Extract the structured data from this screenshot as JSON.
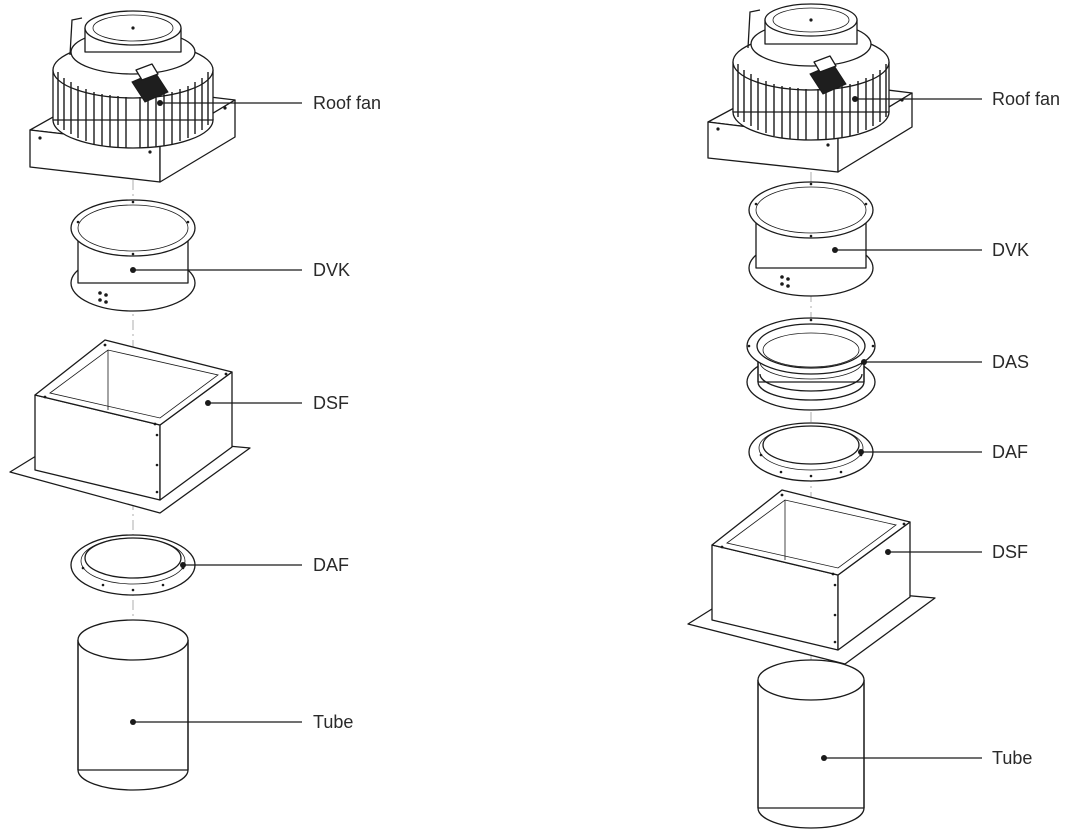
{
  "left_assembly": {
    "labels": [
      {
        "key": "roof_fan",
        "text": "Roof fan"
      },
      {
        "key": "dvk",
        "text": "DVK"
      },
      {
        "key": "dsf",
        "text": "DSF"
      },
      {
        "key": "daf",
        "text": "DAF"
      },
      {
        "key": "tube",
        "text": "Tube"
      }
    ]
  },
  "right_assembly": {
    "labels": [
      {
        "key": "roof_fan",
        "text": "Roof fan"
      },
      {
        "key": "dvk",
        "text": "DVK"
      },
      {
        "key": "das",
        "text": "DAS"
      },
      {
        "key": "daf",
        "text": "DAF"
      },
      {
        "key": "dsf",
        "text": "DSF"
      },
      {
        "key": "tube",
        "text": "Tube"
      }
    ]
  },
  "colors": {
    "line": "#1a1a1a",
    "text": "#2a2a2a",
    "centerline": "#9a9a9a"
  }
}
